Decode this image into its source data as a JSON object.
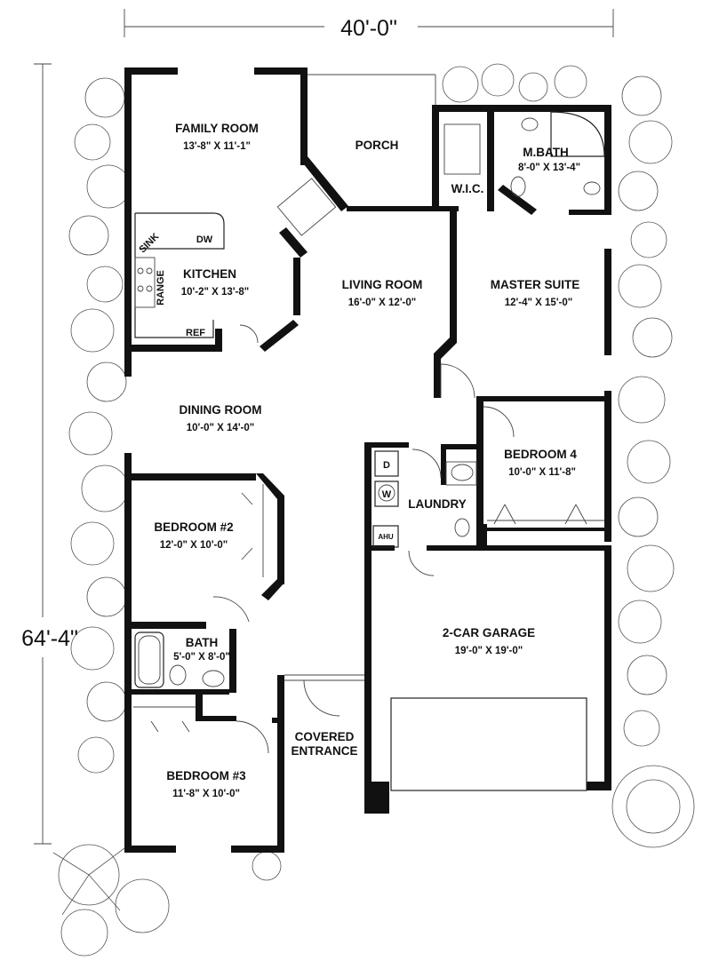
{
  "overall": {
    "width": "40'-0\"",
    "depth": "64'-4\""
  },
  "rooms": {
    "family_room": {
      "name": "FAMILY ROOM",
      "dims": "13'-8\" X 11'-1\""
    },
    "porch": {
      "name": "PORCH"
    },
    "kitchen": {
      "name": "KITCHEN",
      "dims": "10'-2\" X 13'-8\""
    },
    "living_room": {
      "name": "LIVING ROOM",
      "dims": "16'-0\" X 12'-0\""
    },
    "master_suite": {
      "name": "MASTER SUITE",
      "dims": "12'-4\" X 15'-0\""
    },
    "master_bath": {
      "name": "M.BATH",
      "dims": "8'-0\" X 13'-4\""
    },
    "wic": {
      "name": "W.I.C."
    },
    "dining_room": {
      "name": "DINING ROOM",
      "dims": "10'-0\" X 14'-0\""
    },
    "bedroom_4": {
      "name": "BEDROOM 4",
      "dims": "10'-0\" X 11'-8\""
    },
    "laundry": {
      "name": "LAUNDRY"
    },
    "bedroom_2": {
      "name": "BEDROOM #2",
      "dims": "12'-0\" X 10'-0\""
    },
    "bath": {
      "name": "BATH",
      "dims": "5'-0\" X 8'-0\""
    },
    "garage": {
      "name": "2-CAR GARAGE",
      "dims": "19'-0\" X 19'-0\""
    },
    "covered_entrance": {
      "name_line1": "COVERED",
      "name_line2": "ENTRANCE"
    },
    "bedroom_3": {
      "name": "BEDROOM #3",
      "dims": "11'-8\" X 10'-0\""
    }
  },
  "fixtures": {
    "sink": "SINK",
    "dishwasher": "DW",
    "range": "RANGE",
    "refrigerator": "REF",
    "dryer": "D",
    "washer": "W",
    "air_handler": "AHU"
  }
}
